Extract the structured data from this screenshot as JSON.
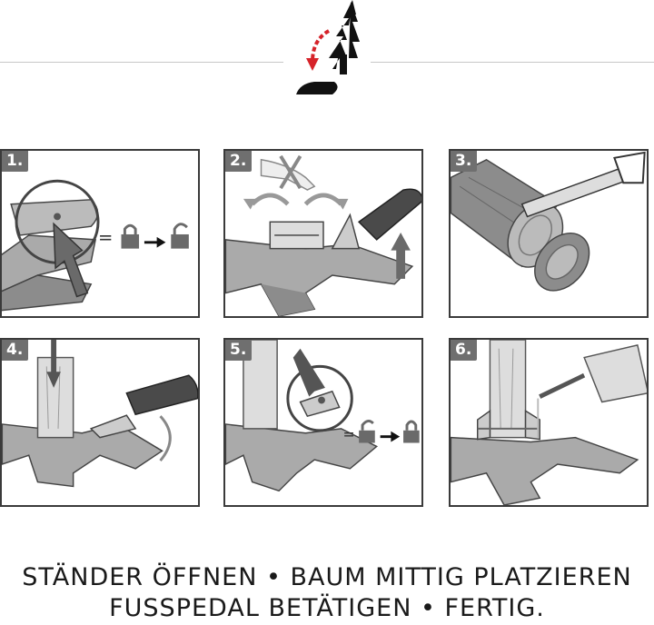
{
  "steps": [
    {
      "number": "1."
    },
    {
      "number": "2."
    },
    {
      "number": "3."
    },
    {
      "number": "4."
    },
    {
      "number": "5."
    },
    {
      "number": "6."
    }
  ],
  "step1_symbol": {
    "equals": "="
  },
  "step5_symbol": {
    "equals": "="
  },
  "caption": {
    "line1": "STÄNDER ÖFFNEN • BAUM MITTIG PLATZIEREN",
    "line2": "FUSSPEDAL BETÄTIGEN • FERTIG."
  },
  "colors": {
    "frame": "#3a3a3a",
    "badge": "#6f6f6f",
    "stand_gray": "#8c8c8c",
    "accent_red": "#d6232a",
    "lock": "#6a6a6a"
  },
  "icons": [
    "tree-logo-icon",
    "padlock-closed-icon",
    "padlock-open-icon",
    "arrow-right-icon",
    "saw-icon",
    "shoe-icon",
    "watering-can-icon",
    "hand-icon"
  ]
}
